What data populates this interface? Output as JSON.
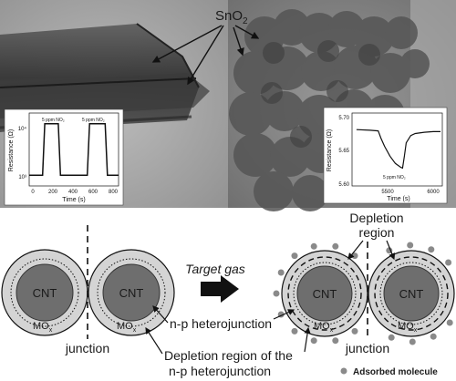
{
  "top": {
    "material_label": "SnO",
    "material_subscript": "2"
  },
  "inset_left": {
    "ylabel": "Resistance (Ω)",
    "xlabel": "Time (s)",
    "y_ticks": [
      "10⁴",
      "10³"
    ],
    "x_ticks": [
      "0",
      "200",
      "400",
      "600",
      "800"
    ],
    "annotation_1": "5 ppm NO₂",
    "annotation_2": "5 ppm NO₂"
  },
  "inset_right": {
    "ylabel": "Resistance (Ω)",
    "xlabel": "Time (s)",
    "y_ticks": [
      "5.70",
      "5.65",
      "5.60"
    ],
    "x_ticks": [
      "5500",
      "6000"
    ],
    "annotation": "5 ppm NO₂"
  },
  "diagram": {
    "core_label": "CNT",
    "shell_label_main": "MO",
    "shell_label_sub": "x",
    "arrow_label": "Target gas",
    "junction_label": "junction",
    "heterojunction_label": "n-p heterojunction",
    "depletion_label_line1": "Depletion region of the",
    "depletion_label_line2": "n-p heterojunction",
    "depletion_region_line1": "Depletion",
    "depletion_region_line2": "region",
    "legend_label": "Adsorbed molecule"
  },
  "colors": {
    "core": "#6e6e6e",
    "shell": "#d4d4d4",
    "molecule": "#8a8a8a"
  },
  "chart_data": [
    {
      "type": "line",
      "title": "",
      "xlabel": "Time (s)",
      "ylabel": "Resistance (Ω)",
      "xlim": [
        0,
        800
      ],
      "y_scale": "log",
      "series": [
        {
          "x": [
            0,
            120,
            140,
            260,
            280,
            520,
            540,
            680,
            700,
            800
          ],
          "y": [
            1000,
            1000,
            12000,
            12000,
            1000,
            1000,
            12000,
            12000,
            1000,
            1000
          ]
        }
      ],
      "annotations": [
        "5 ppm NO₂",
        "5 ppm NO₂"
      ]
    },
    {
      "type": "line",
      "title": "",
      "xlabel": "Time (s)",
      "ylabel": "Resistance (Ω)",
      "ylim": [
        5.6,
        5.71
      ],
      "xlim": [
        5100,
        6100
      ],
      "series": [
        {
          "x": [
            5150,
            5300,
            5390,
            5420,
            5460,
            5520,
            5580,
            5640,
            5660,
            5680,
            5700,
            5750,
            5800,
            5900,
            6000,
            6080
          ],
          "y": [
            5.685,
            5.684,
            5.683,
            5.672,
            5.66,
            5.645,
            5.634,
            5.628,
            5.627,
            5.645,
            5.665,
            5.676,
            5.679,
            5.681,
            5.682,
            5.682
          ]
        }
      ],
      "annotations": [
        "5 ppm NO₂"
      ]
    }
  ]
}
